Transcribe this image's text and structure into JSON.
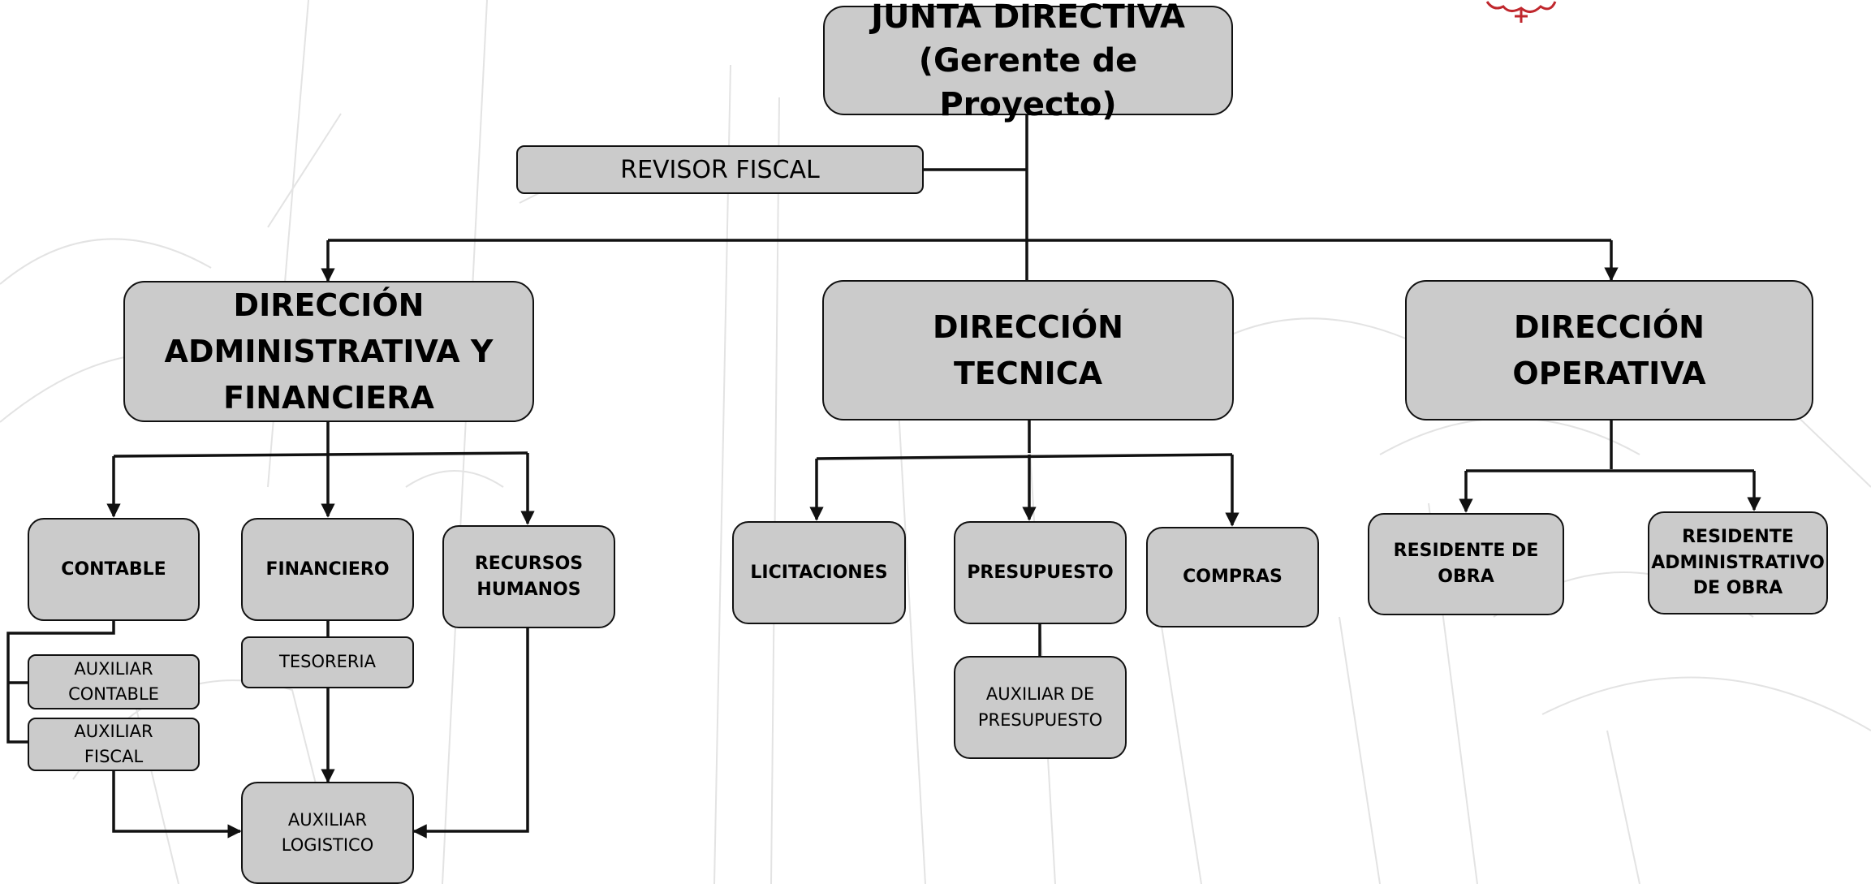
{
  "chart": {
    "top": "JUNTA DIRECTIVA\n(Gerente de Proyecto)",
    "fiscal": "REVISOR FISCAL",
    "dir_admin": "DIRECCIÓN\nADMINISTRATIVA Y\nFINANCIERA",
    "dir_tecnica": "DIRECCIÓN\nTECNICA",
    "dir_operativa": "DIRECCIÓN\nOPERATIVA",
    "contable": "CONTABLE",
    "financiero": "FINANCIERO",
    "rrhh": "RECURSOS\nHUMANOS",
    "aux_contable": "AUXILIAR\nCONTABLE",
    "aux_fiscal": "AUXILIAR\nFISCAL",
    "tesoreria": "TESORERIA",
    "aux_logistico": "AUXILIAR\nLOGISTICO",
    "licitaciones": "LICITACIONES",
    "presupuesto": "PRESUPUESTO",
    "compras": "COMPRAS",
    "aux_presupuesto": "AUXILIAR DE\nPRESUPUESTO",
    "res_obra": "RESIDENTE DE\nOBRA",
    "res_admin": "RESIDENTE\nADMINISTRATIVO\nDE  OBRA"
  },
  "colors": {
    "box_fill": "#cbcbcb",
    "box_border": "#111111",
    "connector": "#111111",
    "logo": "#c0272d"
  }
}
